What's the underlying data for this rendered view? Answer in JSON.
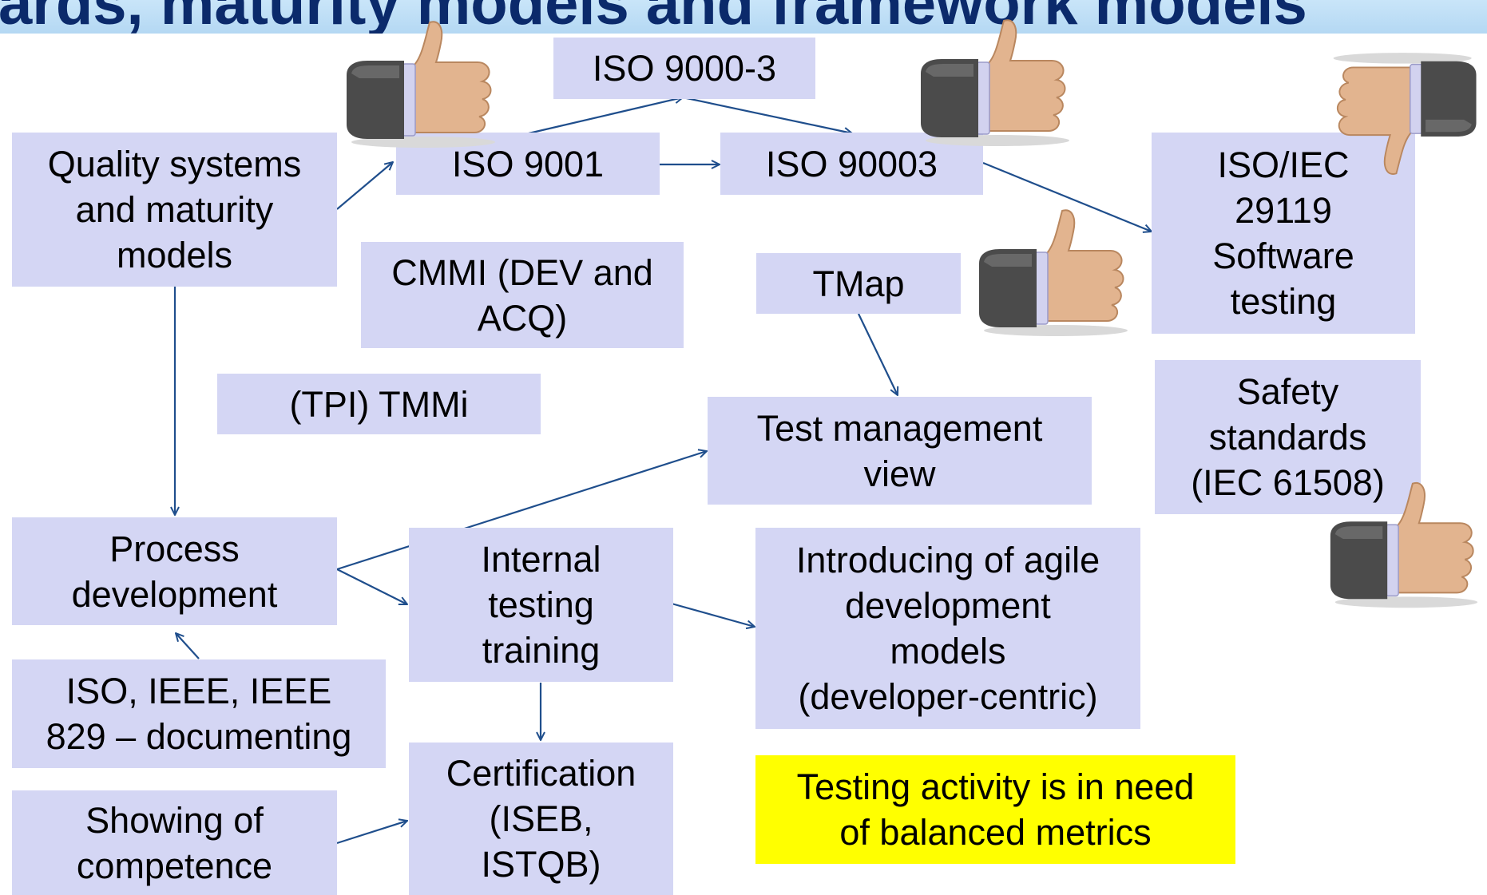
{
  "title": "ards, maturity models and framework models",
  "nodes": {
    "quality_systems": "Quality systems\nand maturity\nmodels",
    "iso_9001": "ISO 9001",
    "iso_9000_3": "ISO 9000-3",
    "iso_90003": "ISO 90003",
    "iso_iec_29119": "ISO/IEC\n29119\nSoftware\ntesting",
    "cmmi": "CMMI (DEV and\nACQ)",
    "tmap": "TMap",
    "tpi_tmmi": "(TPI) TMMi",
    "test_management": "Test management\nview",
    "safety_standards": "Safety\nstandards\n(IEC 61508)",
    "process_development": "Process\ndevelopment",
    "internal_training": "Internal\ntesting\ntraining",
    "agile_models": "Introducing of agile\ndevelopment\nmodels\n(developer-centric)",
    "iso_ieee_829": "ISO, IEEE, IEEE\n829 – documenting",
    "certification": "Certification\n(ISEB,\nISTQB)",
    "showing_competence": "Showing of\ncompetence",
    "balanced_metrics_note": "Testing activity is in need\nof balanced metrics"
  },
  "icons": {
    "thumbs_up": "thumbs-up-icon",
    "thumbs_down": "thumbs-down-icon"
  },
  "colors": {
    "box_fill": "#d4d6f4",
    "note_fill": "#ffff00",
    "arrow": "#1f4e8c",
    "title_text": "#0b2a6b"
  }
}
